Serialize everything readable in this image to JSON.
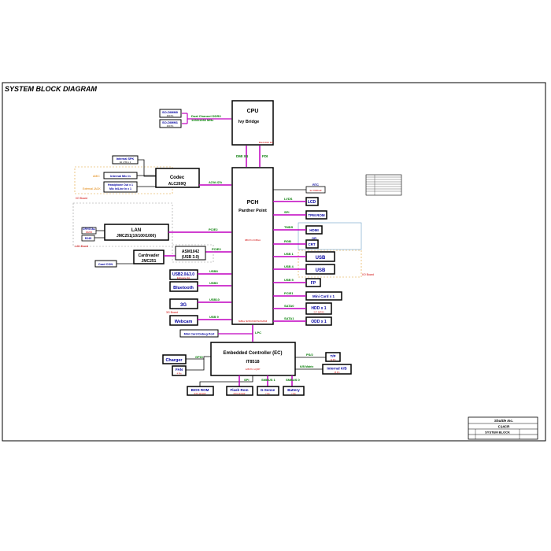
{
  "title": "SYSTEM BLOCK DIAGRAM",
  "cpu": {
    "name": "CPU",
    "model": "Ivy Bridge",
    "pins": "BGA1023 Pin"
  },
  "memory": {
    "slot0": "SO-DIMM0",
    "slot1": "SO-DIMM1",
    "pin_label": "204 Pin",
    "bus_label": "Dual Channel DDR3",
    "speed_label": "1333/1066 MHz"
  },
  "links": {
    "dmi": "DMI X4",
    "fdi": "FDI",
    "azalia": "AZALIZA",
    "pcie2": "PCIE2",
    "pcie3": "PCIE3",
    "pcie1": "PCIE1",
    "lvds": "LVDS",
    "spi": "SPI",
    "tmds": "TMDS",
    "rgb": "RGB",
    "usb1": "USB 1",
    "usb4": "USB 4",
    "usb5": "USB 5",
    "usb8": "USB8",
    "usb0": "USB0",
    "usb10": "USB10",
    "usb9": "USB 9",
    "sata0": "SATA0",
    "sata1": "SATA1",
    "lpc": "LPC",
    "gpio": "GPIO",
    "ps2": "PS/2",
    "kb_matrix": "K/B Matrix",
    "ec_spi": "SPI",
    "smbus1": "SMBUS 1",
    "smbus0": "SMBUS 0"
  },
  "codec": {
    "name": "Codec",
    "model": "ALC269Q",
    "spk": "Internal SPK",
    "spk_spec": "4Ω 1.5W x 2",
    "amic": "AMIC",
    "mic": "Internal Mic In",
    "jack": "Headphone Out x 1",
    "jack2": "Mic In/Line In x 1",
    "external_jack": "External JACK",
    "board": "I/O Board"
  },
  "lan": {
    "name": "LAN",
    "model": "JMC251(10/100/1000)",
    "crystal": "CRYSTAL",
    "crystal_freq": "25MHZ",
    "rj45": "RJ45",
    "board": "LAN Board"
  },
  "cardreader": {
    "name": "Cardreader",
    "model": "JMC251",
    "con": "Card CON"
  },
  "asm": {
    "name": "ASM1042",
    "sub": "(USB 3.0)"
  },
  "usb_combo": {
    "name": "USB2.0&3.0",
    "sub": "Enhance 3A"
  },
  "bluetooth": "Bluetooth",
  "g3": {
    "name": "3G",
    "board": "3G Board"
  },
  "webcam": "Webcam",
  "pch": {
    "name": "PCH",
    "model": "Panther Point",
    "pins": "989 Pin FCBGA",
    "footer": "SMBus SM BUS/SPI/SATA/DMI"
  },
  "rtc": {
    "name": "RTC",
    "freq": "32.768KHZ"
  },
  "right_blocks": {
    "lcd": "LCD",
    "tpm": "TPM ROM",
    "hdmi": "HDMI",
    "or": "OR",
    "crt": "CRT",
    "usb_a": "USB",
    "usb_b": "USB",
    "fp": "FP",
    "minicard": "Mini Card x 1",
    "hdd": "HDD x 1",
    "hdd_spec": "2.5\" SATAII",
    "odd": "ODD x 1",
    "io_board": "I/O Board"
  },
  "debug": "Mini Card Debug Port",
  "ec": {
    "name": "Embedded Controller (EC)",
    "model": "IT8518",
    "pkg": "128 Pin LQFP"
  },
  "charger": "Charger",
  "fan": {
    "name": "FAN",
    "pin": "4 Pin"
  },
  "tp": {
    "name": "T/P",
    "pin": "12 Pin"
  },
  "kb": {
    "name": "Internal K/B",
    "pin": "26 Pin"
  },
  "bios": {
    "name": "BIOS ROM",
    "spec": "8 Pin W-SOP"
  },
  "flash": {
    "name": "Flash Rom",
    "spec": "8 Pin W-SOP"
  },
  "gsense": {
    "name": "G-Sense",
    "spec": "7 Pin"
  },
  "battery": {
    "name": "Battery",
    "spec": "7 Pin"
  },
  "title_block": {
    "company": "Shuttle Inc.",
    "model": "C14CR",
    "sheet": "SYSTEM BLOCK"
  },
  "colors": {
    "bus": "#c000c0",
    "green": "#007a00",
    "red": "#d00000",
    "orange": "#e08000",
    "blue": "#0000a0",
    "line": "#000000"
  }
}
